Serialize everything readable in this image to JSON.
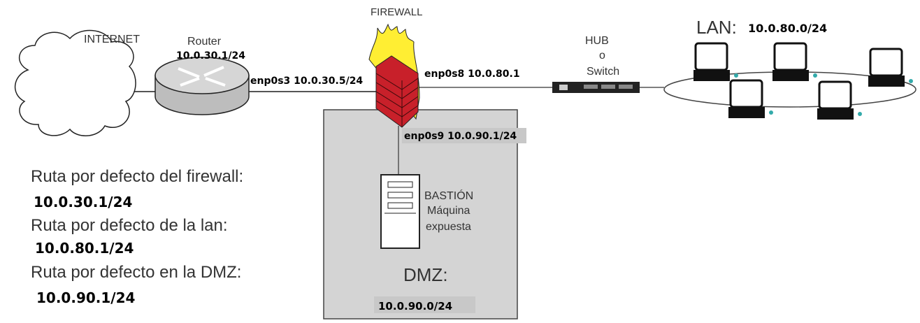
{
  "internet": {
    "label": "INTERNET"
  },
  "router": {
    "label": "Router",
    "ip": "10.0.30.1/24"
  },
  "firewall": {
    "label": "FIREWALL",
    "enp0s3": "enp0s3 10.0.30.5/24",
    "enp0s8": "enp0s8 10.0.80.1",
    "enp0s9": "enp0s9 10.0.90.1/24"
  },
  "hub": {
    "line1": "HUB",
    "line2": "o",
    "line3": "Switch"
  },
  "lan": {
    "label": "LAN:",
    "network": "10.0.80.0/24"
  },
  "dmz": {
    "label": "DMZ:",
    "network": "10.0.90.0/24",
    "bastion_title": "BASTIÓN",
    "bastion_line2": "Máquina",
    "bastion_line3": "expuesta"
  },
  "routes": [
    {
      "label": "Ruta por defecto del firewall:",
      "value": "10.0.30.1/24"
    },
    {
      "label": "Ruta por defecto de la lan:",
      "value": "10.0.80.1/24"
    },
    {
      "label": "Ruta por defecto en la DMZ:",
      "value": "10.0.90.1/24"
    }
  ],
  "colors": {
    "dmz_fill": "#d4d4d4",
    "brick": "#c8202a",
    "flame": "#ffee33"
  }
}
